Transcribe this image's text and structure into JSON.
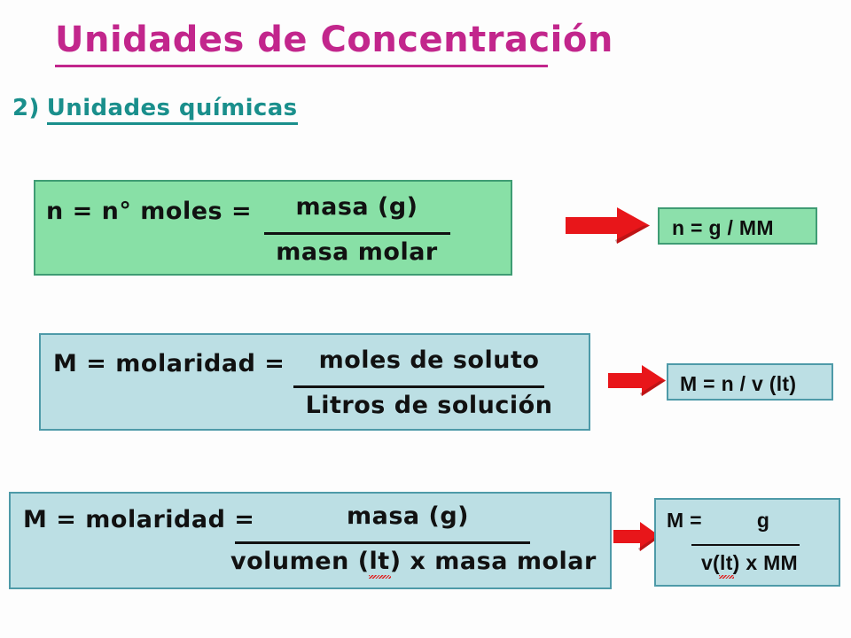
{
  "slide": {
    "title": "Unidades de Concentración",
    "title_color": "#c2268c",
    "subtitle_number": "2)",
    "subtitle_text": "Unidades químicas",
    "subtitle_color": "#1a8f8c",
    "background_color": "#fdfdfd"
  },
  "colors": {
    "green_fill": "#88e0a6",
    "green_border": "#3f9c74",
    "blue_fill": "#bcdfe4",
    "blue_border": "#4e9aa8",
    "arrow_red": "#e8161a",
    "text_black": "#111111"
  },
  "formulas": [
    {
      "id": "moles",
      "box_color": "green",
      "label": "n   =  n° moles  = ",
      "numerator": "masa (g)",
      "denominator": "masa molar",
      "arrow": "right-arrow-icon",
      "result": {
        "box_color": "green",
        "type": "inline",
        "text": "n = g / MM"
      }
    },
    {
      "id": "molaridad-moles",
      "box_color": "blue",
      "label": "M = molaridad  = ",
      "numerator": "moles de soluto",
      "denominator": "Litros de solución",
      "arrow": "right-arrow-icon",
      "result": {
        "box_color": "blue",
        "type": "inline",
        "text": "M = n / v (lt)"
      }
    },
    {
      "id": "molaridad-masa",
      "box_color": "blue",
      "label": "M = molaridad =",
      "numerator": "masa (g)",
      "denominator_pre": "volumen (",
      "denominator_flag": "lt",
      "denominator_post": ") x masa molar",
      "arrow": "right-arrow-icon",
      "result": {
        "box_color": "blue",
        "type": "fraction",
        "lhs": "M =",
        "numerator": "g",
        "denominator_pre": "v(",
        "denominator_flag": "lt",
        "denominator_post": ") x MM"
      }
    }
  ]
}
